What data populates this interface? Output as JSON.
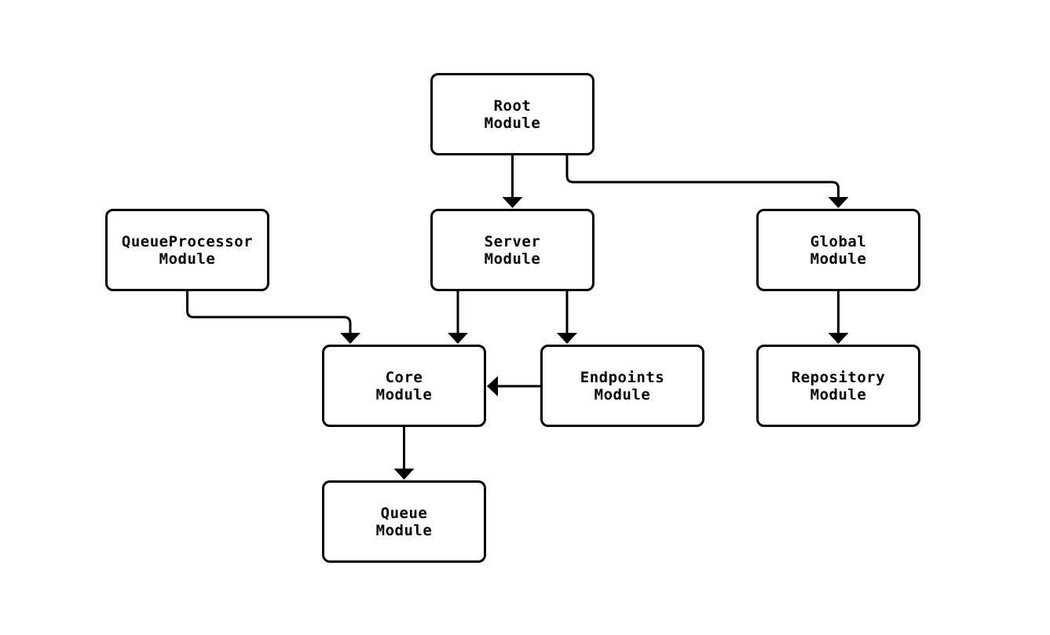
{
  "diagram": {
    "type": "module-dependency-flowchart",
    "background_color": "#ffffff",
    "node_fill_color": "#ffffff",
    "line_color": "#000000",
    "nodes": {
      "root": {
        "label": "Root\nModule"
      },
      "server": {
        "label": "Server\nModule"
      },
      "queueprocessor": {
        "label": "QueueProcessor\nModule"
      },
      "global": {
        "label": "Global\nModule"
      },
      "core": {
        "label": "Core\nModule"
      },
      "endpoints": {
        "label": "Endpoints\nModule"
      },
      "repository": {
        "label": "Repository\nModule"
      },
      "queue": {
        "label": "Queue\nModule"
      }
    },
    "edges": [
      {
        "from": "Root Module",
        "to": "Server Module"
      },
      {
        "from": "Root Module",
        "to": "Global Module"
      },
      {
        "from": "QueueProcessor Module",
        "to": "Core Module"
      },
      {
        "from": "Server Module",
        "to": "Core Module"
      },
      {
        "from": "Server Module",
        "to": "Endpoints Module"
      },
      {
        "from": "Endpoints Module",
        "to": "Core Module"
      },
      {
        "from": "Core Module",
        "to": "Queue Module"
      },
      {
        "from": "Global Module",
        "to": "Repository Module"
      }
    ]
  }
}
